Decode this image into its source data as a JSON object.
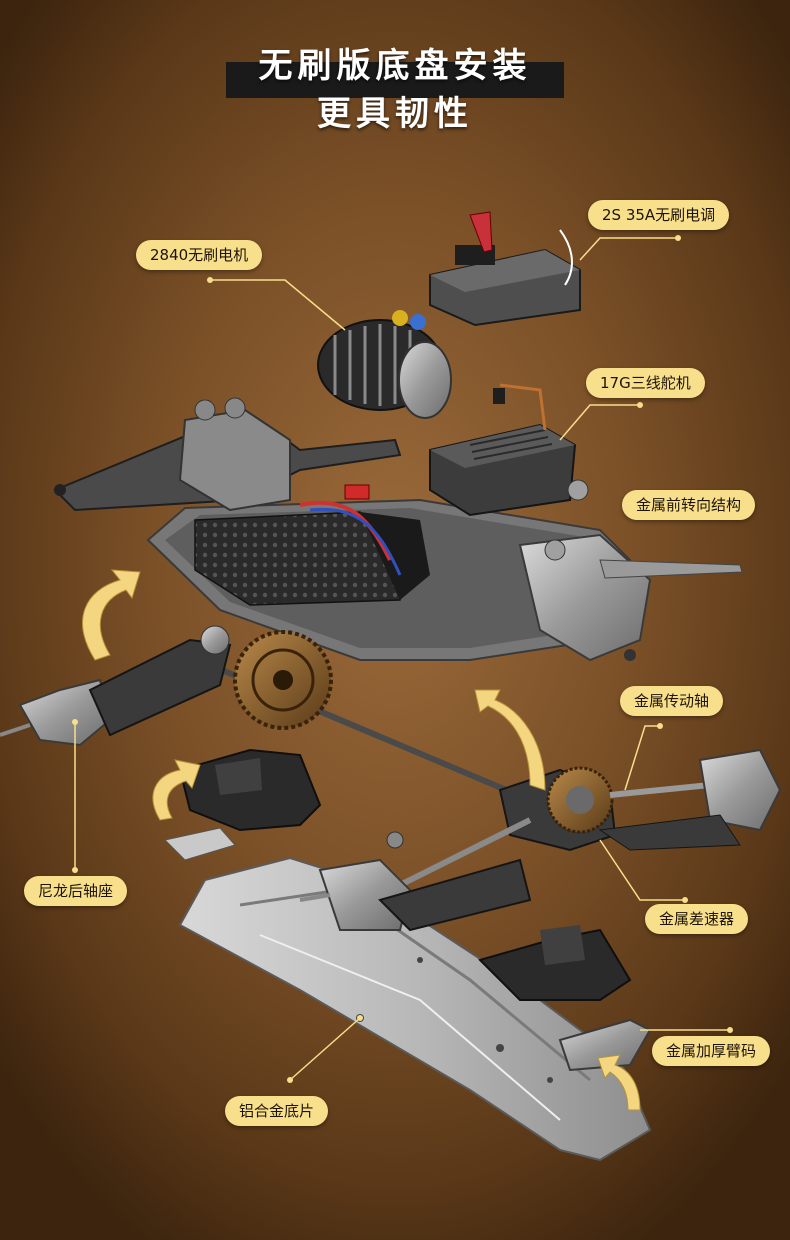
{
  "header": {
    "line1": "无刷版底盘安装",
    "line2": "更具韧性"
  },
  "labels": {
    "motor": "2840无刷电机",
    "esc": "2S 35A无刷电调",
    "servo": "17G三线舵机",
    "steering": "金属前转向结构",
    "driveshaft": "金属传动轴",
    "rear_mount": "尼龙后轴座",
    "differential": "金属差速器",
    "arm_weight": "金属加厚臂码",
    "chassis_plate": "铝合金底片"
  },
  "colors": {
    "label_bg": "#f7df8c",
    "accent_arrow": "#f4d680",
    "part_gray": "#8a8a8a",
    "part_dark": "#2a2a2a"
  }
}
